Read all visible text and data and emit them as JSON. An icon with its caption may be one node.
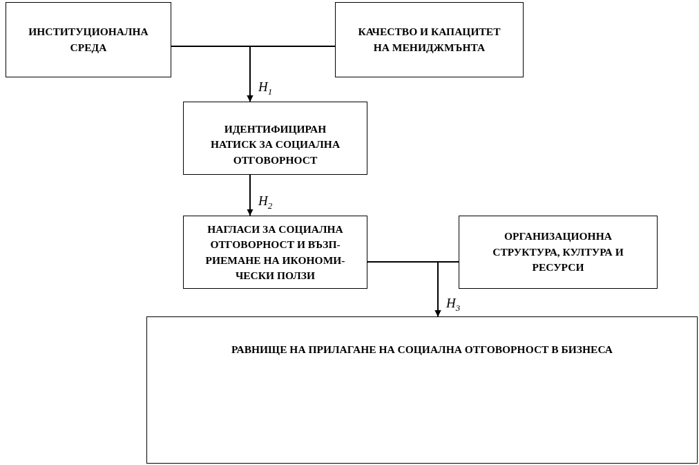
{
  "diagram": {
    "nodes": [
      {
        "text": [
          "ИНСТИТУЦИОНАЛНА СРЕДА"
        ]
      },
      {
        "text": [
          "КАЧЕСТВО И КАПАЦИТЕТ НА МЕНИДЖМЪНТА"
        ]
      },
      {
        "text": [
          "ИДЕНТИФИЦИРАН НАТИСК ЗА СОЦИАЛНА ОТГОВОРНОСТ"
        ]
      },
      {
        "text": [
          "НАГЛАСИ ЗА СОЦИАЛНА ОТГОВОРНОСТ И ВЪЗП- РИЕМАНЕ НА ИКОНОМИ- ЧЕСКИ ПОЛЗИ"
        ]
      },
      {
        "text": [
          "ОРГАНИЗАЦИОННА СТРУКТУРА, КУЛТУРА И РЕСУРСИ"
        ]
      },
      {
        "text": [
          "РАВНИЩЕ НА ПРИЛАГАНЕ НА СОЦИАЛНА ОТГОВОРНОСТ В БИЗНЕСА"
        ]
      }
    ],
    "edges": [
      {
        "from": 0,
        "to": 2,
        "arrow": "to",
        "label": "H$_{1}$"
      },
      {
        "from": 1,
        "to": 2,
        "arrow": "to"
      },
      {
        "from": 2,
        "to": 3,
        "arrow": "to",
        "label": "H$_{2}$"
      },
      {
        "from": 3,
        "to": 5,
        "arrow": "to",
        "label": "H$_{3}$"
      },
      {
        "from": 4,
        "to": 5,
        "arrow": "to"
      }
    ]
  }
}
